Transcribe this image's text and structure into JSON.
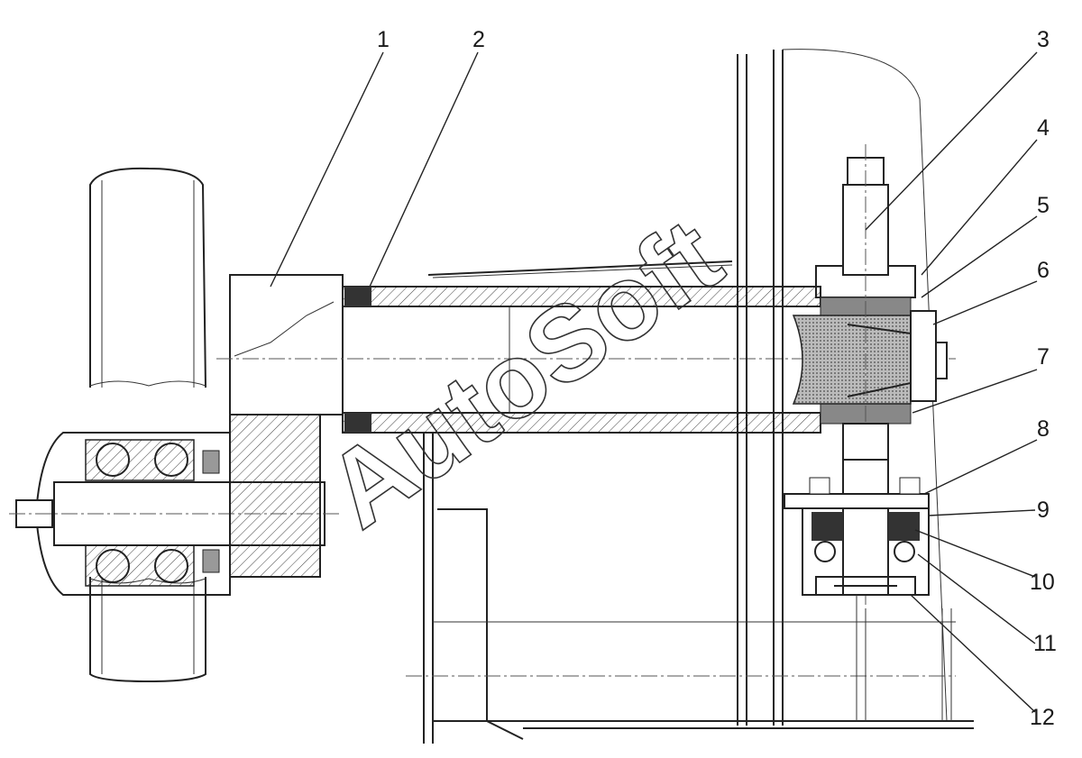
{
  "callouts": [
    {
      "label": "1"
    },
    {
      "label": "2"
    },
    {
      "label": "3"
    },
    {
      "label": "4"
    },
    {
      "label": "5"
    },
    {
      "label": "6"
    },
    {
      "label": "7"
    },
    {
      "label": "8"
    },
    {
      "label": "9"
    },
    {
      "label": "10"
    },
    {
      "label": "11"
    },
    {
      "label": "12"
    }
  ],
  "watermark": "AutoSoft"
}
